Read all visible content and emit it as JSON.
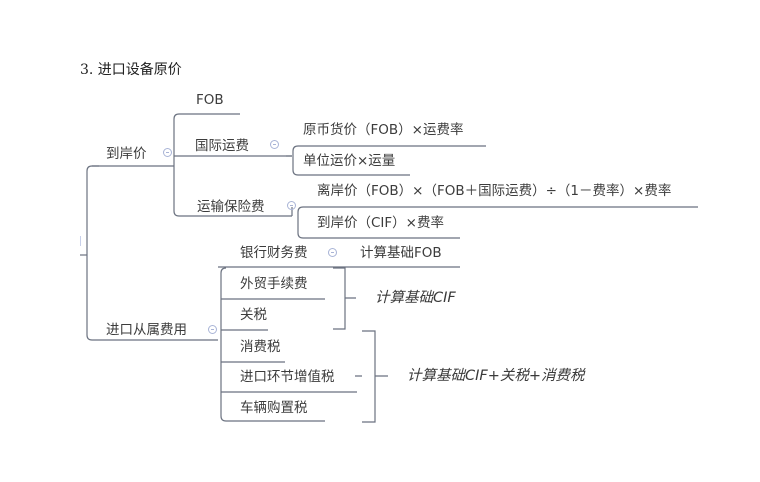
{
  "heading": "3. 进口设备原价",
  "colors": {
    "line": "#6b7280",
    "text": "#3c3c3c",
    "collapse_icon": "#a9b4d6"
  },
  "mindmap": {
    "landed_price": {
      "label": "到岸价",
      "children": {
        "fob": {
          "label": "FOB"
        },
        "intl_freight": {
          "label": "国际运费",
          "formulas": [
            "原币货价（FOB）×运费率",
            "单位运价×运量"
          ]
        },
        "insurance": {
          "label": "运输保险费",
          "formulas": [
            "离岸价（FOB）×（FOB＋国际运费）÷（1－费率）×费率",
            "到岸价（CIF）×费率"
          ]
        }
      }
    },
    "import_fees": {
      "label": "进口从属费用",
      "children": {
        "bank_fee": {
          "label": "银行财务费",
          "basis": "计算基础FOB"
        },
        "trade_fee": {
          "label": "外贸手续费"
        },
        "tariff": {
          "label": "关税"
        },
        "consumption_tax": {
          "label": "消费税"
        },
        "import_vat": {
          "label": "进口环节增值税"
        },
        "vehicle_tax": {
          "label": "车辆购置税"
        }
      },
      "groups": [
        {
          "note": "计算基础CIF"
        },
        {
          "note": "计算基础CIF+关税+消费税"
        }
      ]
    }
  }
}
